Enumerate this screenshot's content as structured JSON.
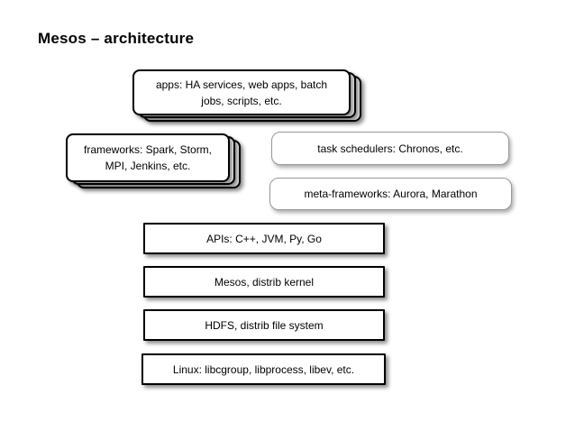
{
  "slide": {
    "title": "Mesos – architecture"
  },
  "diagram": {
    "apps": "apps: HA services, web apps, batch\njobs, scripts, etc.",
    "frameworks": "frameworks: Spark, Storm,\nMPI, Jenkins, etc.",
    "task_schedulers": "task schedulers: Chronos, etc.",
    "meta_frameworks": "meta-frameworks: Aurora, Marathon",
    "apis": "APIs: C++, JVM, Py, Go",
    "mesos_kernel": "Mesos, distrib kernel",
    "hdfs": "HDFS, distrib file system",
    "linux": "Linux: libcgroup, libprocess, libev, etc."
  },
  "colors": {
    "background": "#ffffff",
    "box_fill": "#ffffff",
    "box_border_strong": "#000000",
    "box_border_soft": "#999999",
    "text": "#000000"
  }
}
